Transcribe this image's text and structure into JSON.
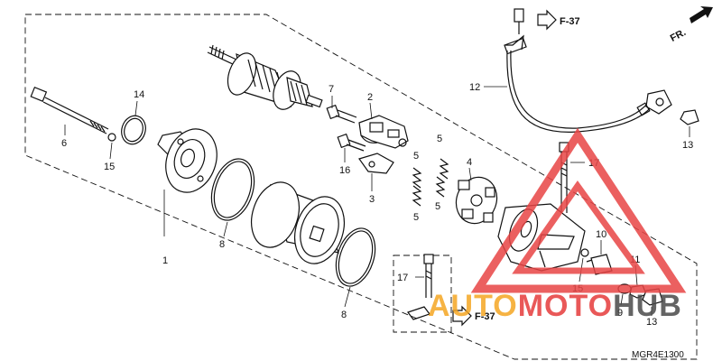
{
  "diagram": {
    "part_numbers": {
      "p1": "1",
      "p2": "2",
      "p3": "3",
      "p4": "4",
      "p5a": "5",
      "p5b": "5",
      "p5c": "5",
      "p5d": "5",
      "p6": "6",
      "p7": "7",
      "p8a": "8",
      "p8b": "8",
      "p9": "9",
      "p10": "10",
      "p11": "11",
      "p12": "12",
      "p13a": "13",
      "p13b": "13",
      "p14": "14",
      "p15a": "15",
      "p15b": "15",
      "p16": "16",
      "p17a": "17",
      "p17b": "17"
    },
    "references": {
      "top": "F-37",
      "bottom": "F-37"
    },
    "direction_label": "FR.",
    "diagram_code": "MGR4E1300"
  },
  "watermark": {
    "text_a": "AUTO",
    "text_b": "MOTO",
    "text_c": "HUB",
    "color_a": "#f5a623",
    "color_b": "#e63c3c",
    "color_c": "#4a4a4a"
  },
  "colors": {
    "line": "#111111",
    "triangle": "#e84545"
  }
}
